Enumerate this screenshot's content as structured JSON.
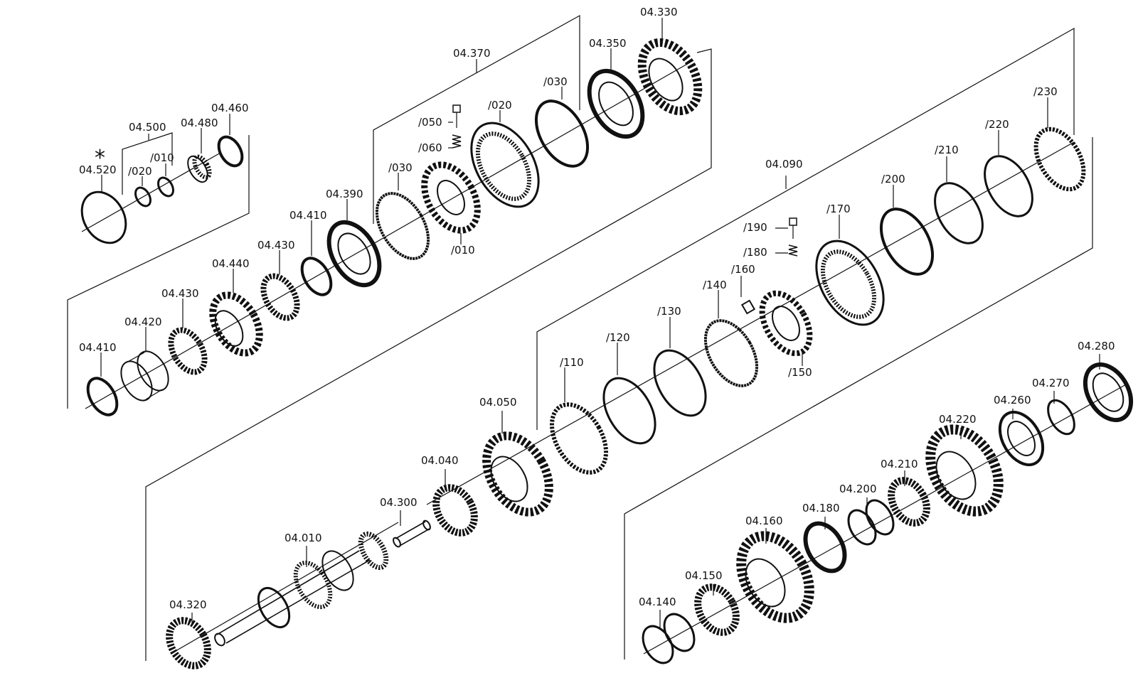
{
  "diagram": {
    "marker": "*",
    "labels": {
      "p04520": "04.520",
      "p04500": "04.500",
      "p04500_020": "/020",
      "p04500_010": "/010",
      "p04480": "04.480",
      "p04460": "04.460",
      "p04410a": "04.410",
      "p04420": "04.420",
      "p04430a": "04.430",
      "p04440": "04.440",
      "p04430b": "04.430",
      "p04410b": "04.410",
      "p04390": "04.390",
      "p04370": "04.370",
      "p04370_030a": "/030",
      "p04370_050": "/050",
      "p04370_060": "/060",
      "p04370_010": "/010",
      "p04370_020": "/020",
      "p04370_030b": "/030",
      "p04350": "04.350",
      "p04330": "04.330",
      "p04090": "04.090",
      "p04090_110": "/110",
      "p04090_120": "/120",
      "p04090_130": "/130",
      "p04090_140": "/140",
      "p04090_160": "/160",
      "p04090_150": "/150",
      "p04090_180": "/180",
      "p04090_190": "/190",
      "p04090_170": "/170",
      "p04090_200": "/200",
      "p04090_210": "/210",
      "p04090_220": "/220",
      "p04090_230": "/230",
      "p04050": "04.050",
      "p04040": "04.040",
      "p04300": "04.300",
      "p04010": "04.010",
      "p04320": "04.320",
      "p04140": "04.140",
      "p04150": "04.150",
      "p04160": "04.160",
      "p04180": "04.180",
      "p04200": "04.200",
      "p04210": "04.210",
      "p04220": "04.220",
      "p04260": "04.260",
      "p04270": "04.270",
      "p04280": "04.280"
    }
  }
}
